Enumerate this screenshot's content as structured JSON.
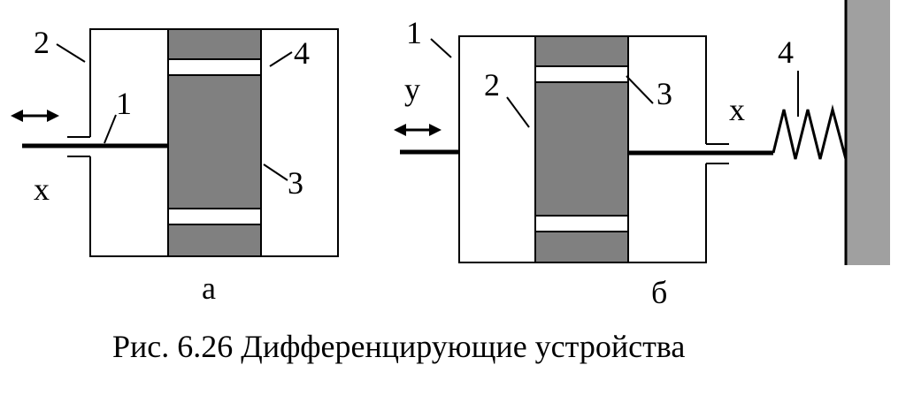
{
  "colors": {
    "outline": "#000000",
    "piston": "#808080",
    "wall": "#a0a0a0",
    "background": "#ffffff"
  },
  "diagram_a": {
    "label_1": "1",
    "label_2": "2",
    "label_3": "3",
    "label_4": "4",
    "label_x": "x",
    "sublabel": "а"
  },
  "diagram_b": {
    "label_1": "1",
    "label_2": "2",
    "label_3": "3",
    "label_4": "4",
    "label_x": "x",
    "label_y": "y",
    "sublabel": "б"
  },
  "caption": "Рис. 6.26 Дифференцирующие устройства"
}
